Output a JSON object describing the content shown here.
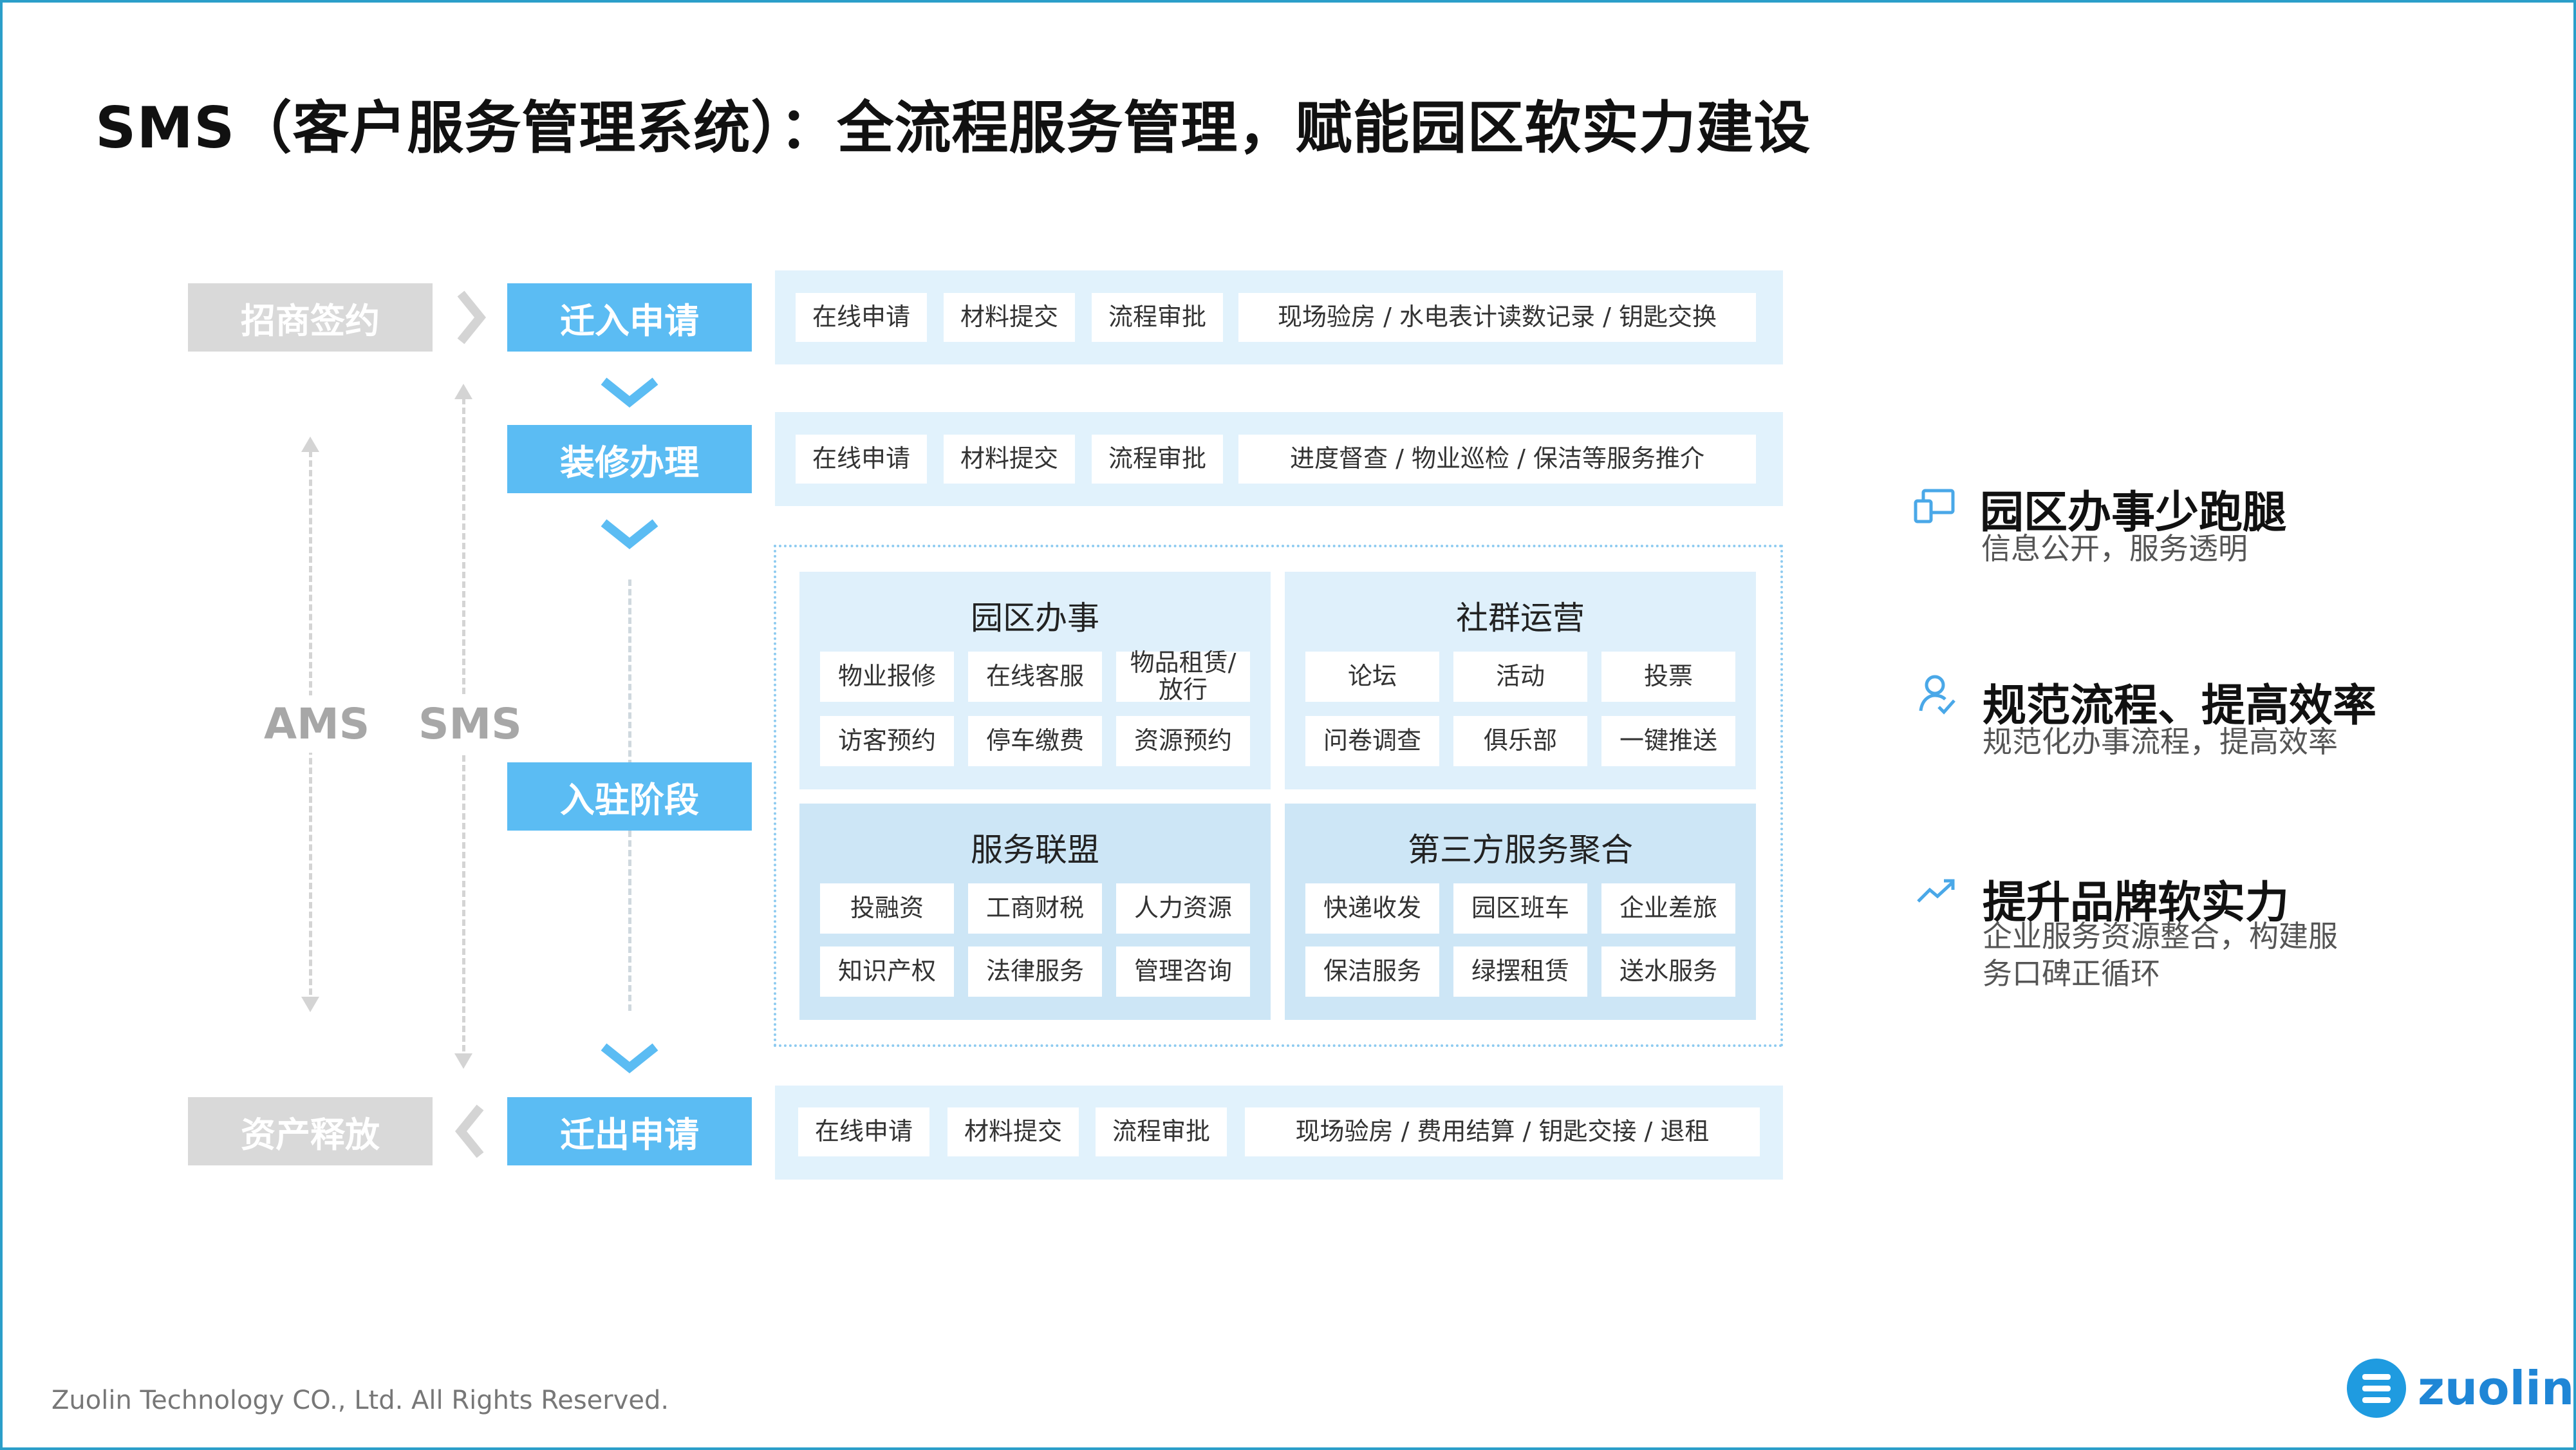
{
  "title": "SMS（客户服务管理系统）：全流程服务管理，赋能园区软实力建设",
  "colors": {
    "accent": "#5bbcf3",
    "panel": "#e1f2fc",
    "gray": "#d9d9d9",
    "border": "#2b9ec9"
  },
  "left": {
    "top_gray": "招商签约",
    "bottom_gray": "资产释放",
    "ams": "AMS",
    "sms": "SMS"
  },
  "stages": {
    "move_in": "迁入申请",
    "decoration": "装修办理",
    "residence": "入驻阶段",
    "move_out": "迁出申请"
  },
  "rows": {
    "move_in": [
      "在线申请",
      "材料提交",
      "流程审批",
      "现场验房 / 水电表计读数记录 / 钥匙交换"
    ],
    "decoration": [
      "在线申请",
      "材料提交",
      "流程审批",
      "进度督查 / 物业巡检 / 保洁等服务推介"
    ],
    "move_out": [
      "在线申请",
      "材料提交",
      "流程审批",
      "现场验房 / 费用结算 / 钥匙交接  / 退租"
    ]
  },
  "categories": {
    "park_affairs": {
      "title": "园区办事",
      "items": [
        "物业报修",
        "在线客服",
        "物品租赁/放行",
        "访客预约",
        "停车缴费",
        "资源预约"
      ]
    },
    "community": {
      "title": "社群运营",
      "items": [
        "论坛",
        "活动",
        "投票",
        "问卷调查",
        "俱乐部",
        "一键推送"
      ]
    },
    "alliance": {
      "title": "服务联盟",
      "items": [
        "投融资",
        "工商财税",
        "人力资源",
        "知识产权",
        "法律服务",
        "管理咨询"
      ]
    },
    "third_party": {
      "title": "第三方服务聚合",
      "items": [
        "快递收发",
        "园区班车",
        "企业差旅",
        "保洁服务",
        "绿摆租赁",
        "送水服务"
      ]
    }
  },
  "benefits": [
    {
      "icon": "devices-icon",
      "title": "园区办事少跑腿",
      "desc": "信息公开，服务透明"
    },
    {
      "icon": "user-check-icon",
      "title": "规范流程、提高效率",
      "desc": "规范化办事流程，提高效率"
    },
    {
      "icon": "trend-up-icon",
      "title": "提升品牌软实力",
      "desc": "企业服务资源整合，构建服务口碑正循环"
    }
  ],
  "footer": "Zuolin Technology CO., Ltd. All Rights Reserved.",
  "logo": "zuolin"
}
